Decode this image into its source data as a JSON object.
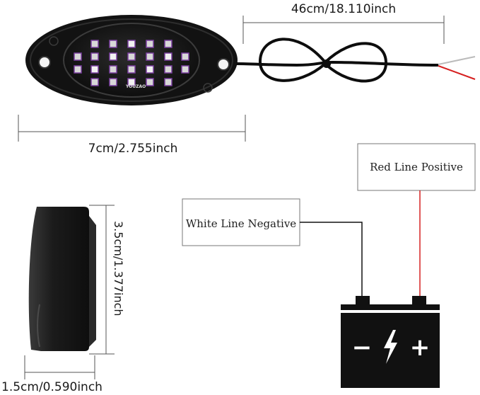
{
  "dimensions": {
    "cable_length": "46cm/18.110inch",
    "width": "7cm/2.755inch",
    "height": "3.5cm/1.377inch",
    "depth": "1.5cm/0.590inch"
  },
  "wiring": {
    "positive_label": "Red Line Positive",
    "negative_label": "White Line Negative"
  },
  "battery": {
    "minus_symbol": "−",
    "plus_symbol": "+"
  },
  "product": {
    "brand": "YOUZAO"
  },
  "colors": {
    "positive_wire": "#d62020",
    "negative_wire": "#111111",
    "housing": "#141414"
  }
}
